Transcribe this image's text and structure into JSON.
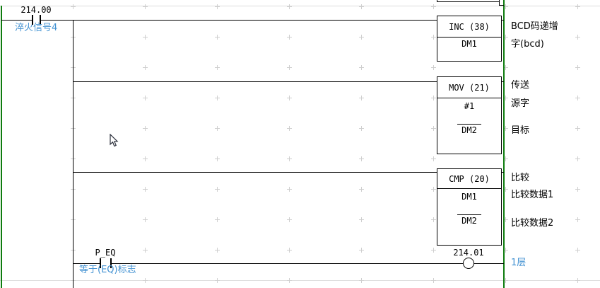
{
  "editor": {
    "type": "plc-ladder-diagram",
    "colors": {
      "rail_green": "#0e7b0e",
      "comment_blue": "#4392d2",
      "wire_black": "#000000",
      "grid_gray": "#cfcfcf"
    }
  },
  "rung": {
    "input_contact": {
      "address": "214.00",
      "comment": "淬火信号4"
    },
    "instructions": [
      {
        "mnemonic": "INC (38)",
        "operands": [
          "DM1"
        ],
        "description_lines": [
          "BCD码递增",
          "字(bcd)"
        ]
      },
      {
        "mnemonic": "MOV (21)",
        "operands": [
          "#1",
          "DM2"
        ],
        "description_lines": [
          "传送",
          "源字",
          "目标"
        ]
      },
      {
        "mnemonic": "CMP (20)",
        "operands": [
          "DM1",
          "DM2"
        ],
        "description_lines": [
          "比较",
          "比较数据1",
          "比较数据2"
        ]
      }
    ],
    "branch": {
      "contact": {
        "address": "P_EQ",
        "comment": "等于(EQ)标志"
      },
      "coil": {
        "address": "214.01",
        "comment": "1层"
      }
    }
  }
}
